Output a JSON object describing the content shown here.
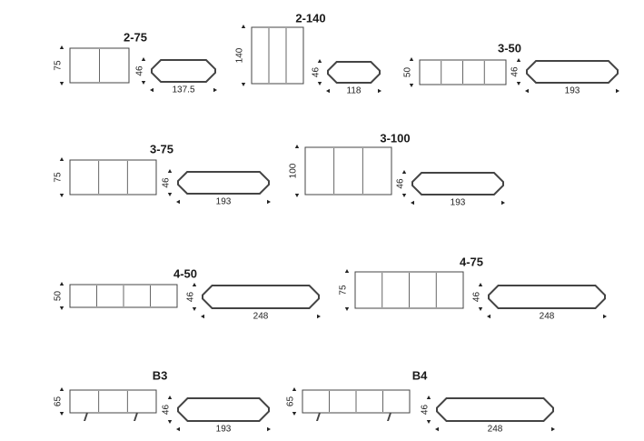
{
  "sheet": {
    "title": "",
    "colors": {
      "line": "#444444",
      "text": "#1a1a1a",
      "background": "#ffffff"
    }
  },
  "modules": [
    {
      "code": "2-75",
      "height": "75",
      "depth": "46",
      "width": "137.5",
      "doors": 2,
      "legs": false
    },
    {
      "code": "2-140",
      "height": "140",
      "depth": "46",
      "width": "118",
      "doors": 3,
      "legs": false
    },
    {
      "code": "3-50",
      "height": "50",
      "depth": "46",
      "width": "193",
      "doors": 4,
      "legs": false
    },
    {
      "code": "3-75",
      "height": "75",
      "depth": "46",
      "width": "193",
      "doors": 3,
      "legs": false
    },
    {
      "code": "3-100",
      "height": "100",
      "depth": "46",
      "width": "193",
      "doors": 3,
      "legs": false
    },
    {
      "code": "4-50",
      "height": "50",
      "depth": "46",
      "width": "248",
      "doors": 4,
      "legs": false
    },
    {
      "code": "4-75",
      "height": "75",
      "depth": "46",
      "width": "248",
      "doors": 4,
      "legs": false
    },
    {
      "code": "B3",
      "height": "65",
      "depth": "46",
      "width": "193",
      "doors": 3,
      "legs": true
    },
    {
      "code": "B4",
      "height": "65",
      "depth": "46",
      "width": "248",
      "doors": 4,
      "legs": true
    }
  ]
}
